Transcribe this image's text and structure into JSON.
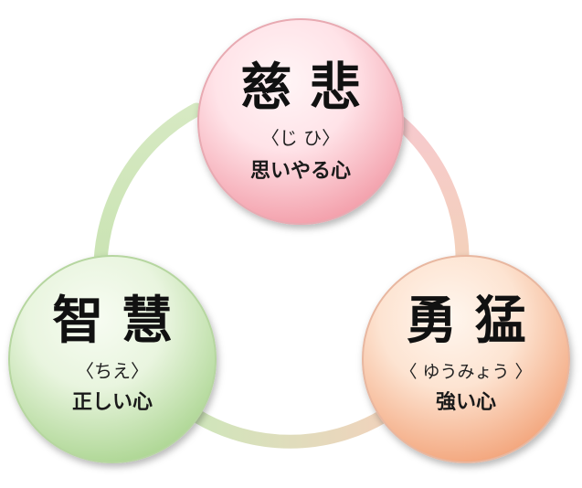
{
  "nodes": [
    {
      "id": "jihi",
      "title": "慈 悲",
      "reading": "〈じ ひ〉",
      "desc": "思いやる心",
      "color_top": "#ffe3e8",
      "color_bottom": "#f29aa6",
      "ring": "#e8aab2"
    },
    {
      "id": "yumou",
      "title": "勇 猛",
      "reading": "〈 ゆうみょう 〉",
      "desc": "強い心",
      "color_top": "#fde4d2",
      "color_bottom": "#f2a176",
      "ring": "#e8b7a0"
    },
    {
      "id": "chie",
      "title": "智 慧",
      "reading": "〈ちえ〉",
      "desc": "正しい心",
      "color_top": "#e9f5df",
      "color_bottom": "#a9d48e",
      "ring": "#b6d6a0"
    }
  ],
  "colors": {
    "arc_pink": "#f7c9cf",
    "arc_orange": "#f3d2b8",
    "arc_green": "#c9e3b2"
  }
}
